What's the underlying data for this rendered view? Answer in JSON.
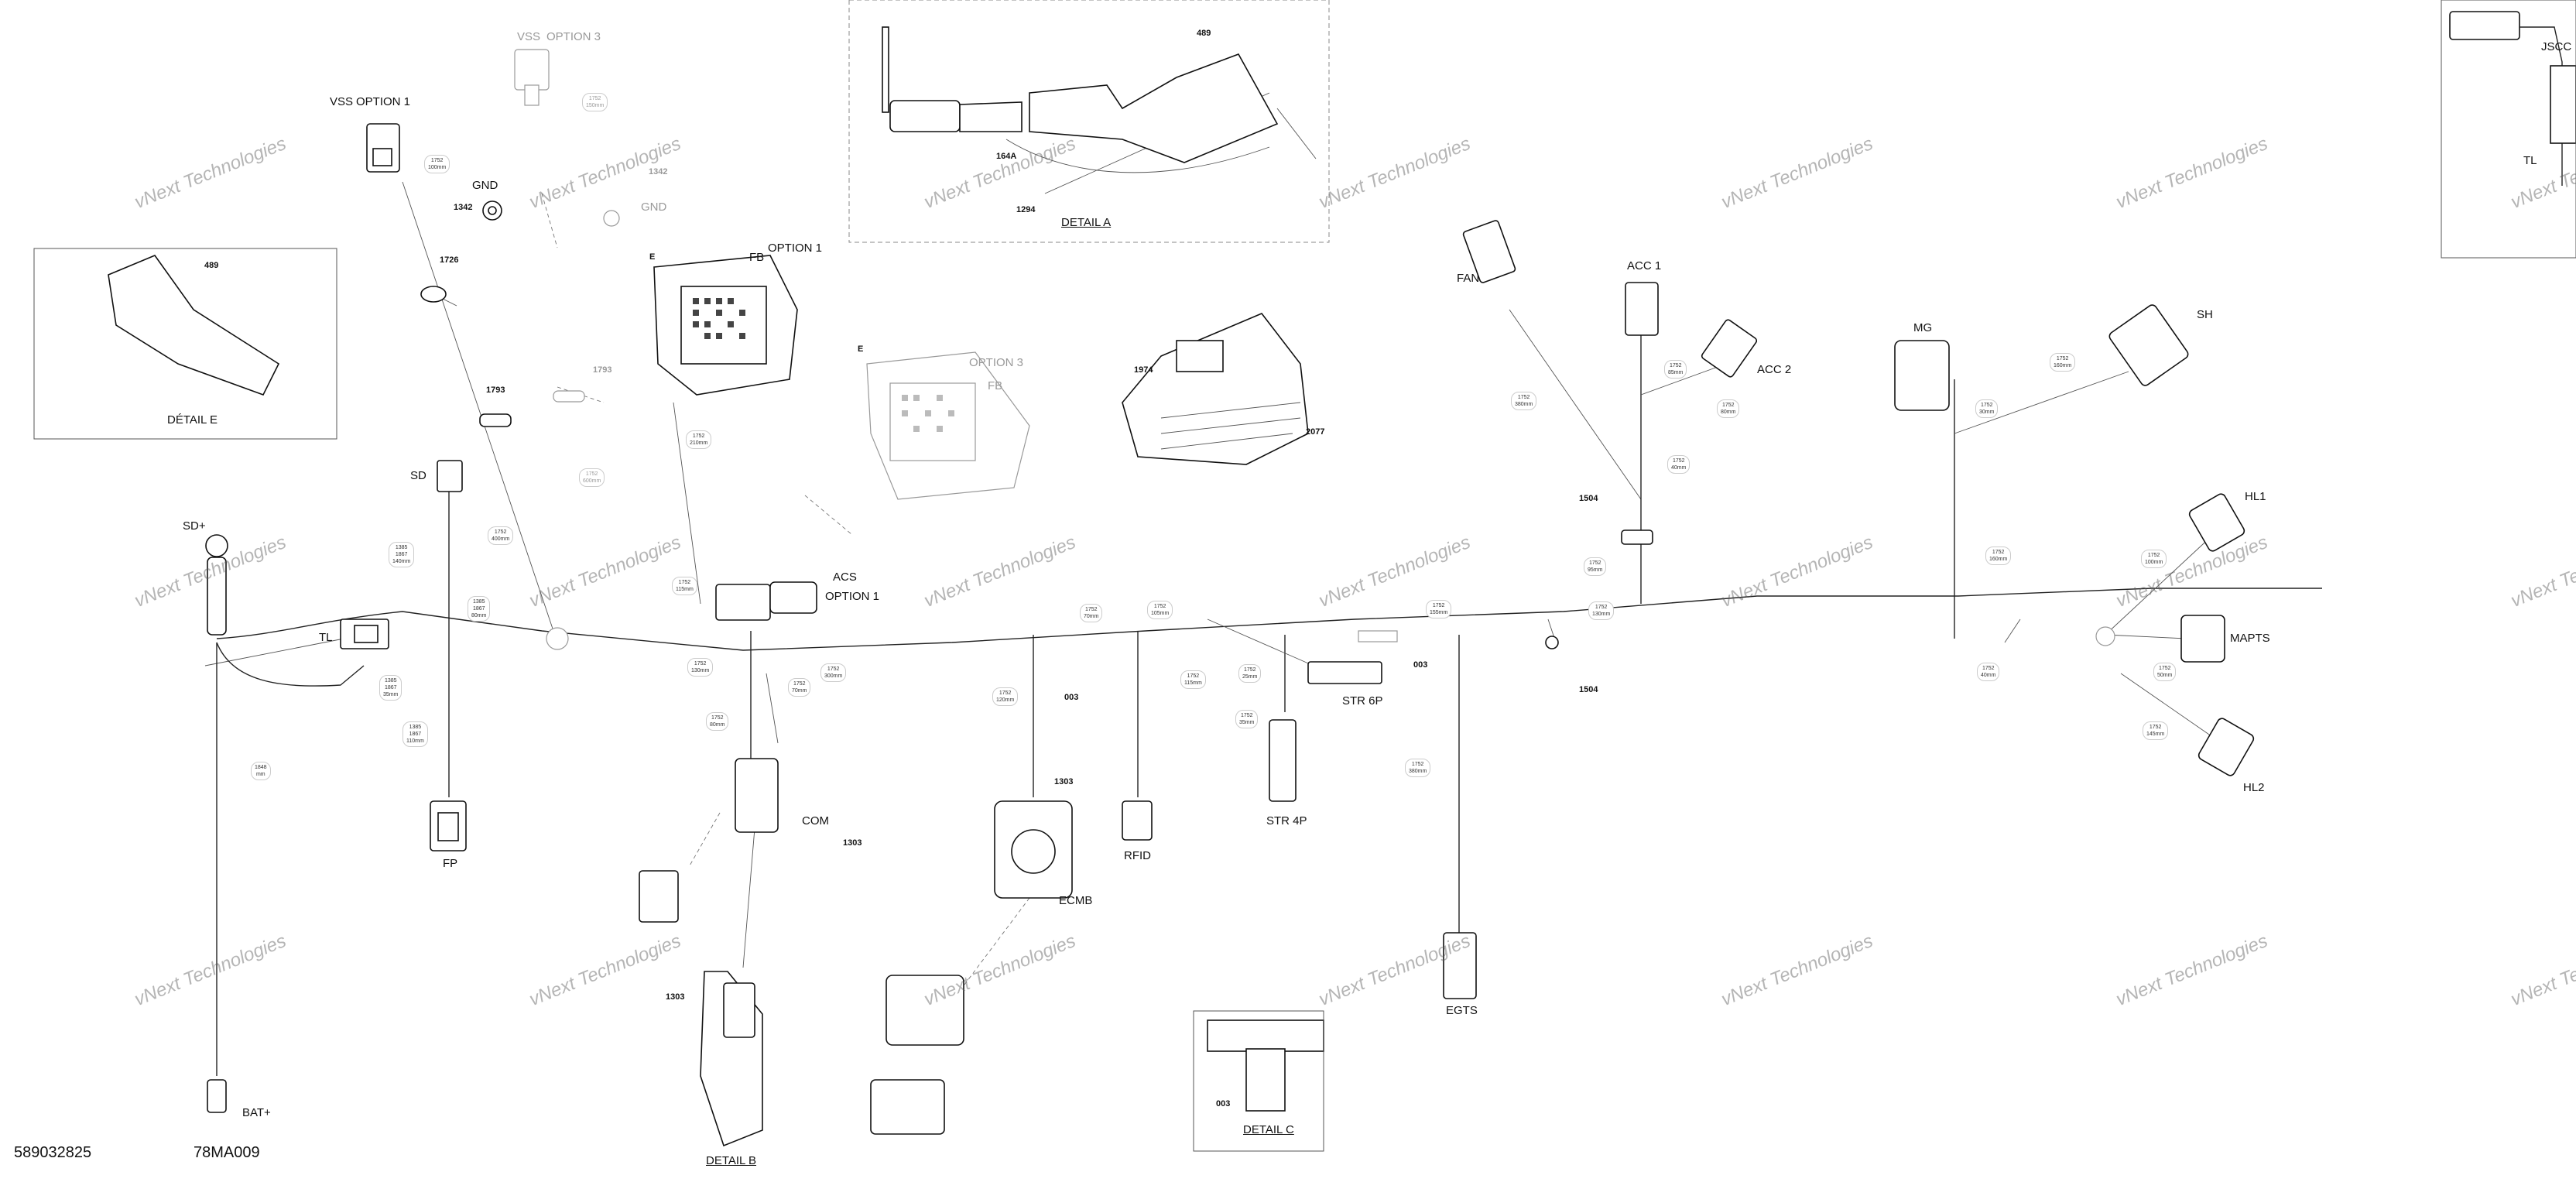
{
  "connectors": {
    "vss_option1": {
      "vss": "VSS",
      "option": "OPTION 1"
    },
    "vss_option3": {
      "vss": "VSS",
      "option": "OPTION 3"
    },
    "gnd_left": "GND",
    "gnd_right": "GND",
    "option1_fb": {
      "e": "E",
      "fb": "FB",
      "option": "OPTION 1"
    },
    "option3_fb": {
      "e": "E",
      "option": "OPTION 3",
      "fb": "FB"
    },
    "sd": "SD",
    "sd_plus": "SD+",
    "tl_left": "TL",
    "fp": "FP",
    "bat_plus": "BAT+",
    "acs": "ACS",
    "acs_option": "OPTION 1",
    "com": "COM",
    "ecmb": "ECMB",
    "rfid": "RFID",
    "str6p": "STR 6P",
    "str4p": "STR 4P",
    "egts": "EGTS",
    "fan": "FAN",
    "acc1": "ACC 1",
    "acc2": "ACC 2",
    "mg": "MG",
    "sh": "SH",
    "hl1": "HL1",
    "hl2": "HL2",
    "mapts": "MAPTS",
    "jscc": "JSCC",
    "tl_right": "TL"
  },
  "details": {
    "a": "DETAIL A",
    "b": "DETAIL B",
    "c": "DETAIL C",
    "e": "DÉTAIL E"
  },
  "part_numbers": {
    "p489_a": "489",
    "p164a": "164A",
    "p1294": "1294",
    "p489_e": "489",
    "p1342_a": "1342",
    "p1342_b": "1342",
    "p1726": "1726",
    "p1793_a": "1793",
    "p1793_b": "1793",
    "p1974": "1974",
    "p2077": "2077",
    "p1303_a": "1303",
    "p1303_b": "1303",
    "p1303_c": "1303",
    "p003_a": "003",
    "p003_b": "003",
    "p003_c": "003",
    "p1504_a": "1504",
    "p1504_b": "1504"
  },
  "wire_marks": [
    "1752\n100mm",
    "1752\n150mm",
    "1752\n400mm",
    "1752\n210mm",
    "1752\n600mm",
    "1752\n115mm",
    "1752\n130mm",
    "1752\n70mm",
    "1752\n300mm",
    "1752\n80mm",
    "1752\n70mm",
    "1752\n105mm",
    "1752\n120mm",
    "1752\n115mm",
    "1752\n25mm",
    "1752\n35mm",
    "1752\n155mm",
    "1752\n380mm",
    "1752\n85mm",
    "1752\n380mm",
    "1752\n40mm",
    "1752\n95mm",
    "1752\n130mm",
    "1752\n80mm",
    "1752\n30mm",
    "1752\n160mm",
    "1752\n100mm",
    "1752\n160mm",
    "1752\n40mm",
    "1752\n50mm",
    "1752\n145mm",
    "1385\n1867\n140mm",
    "1385\n1867\n80mm",
    "1385\n1867\n35mm",
    "1385\n1867\n110mm",
    "1848\nmm"
  ],
  "footer": {
    "left_code": "589032825",
    "right_code": "78MA009"
  },
  "watermark": "vNext Technologies"
}
